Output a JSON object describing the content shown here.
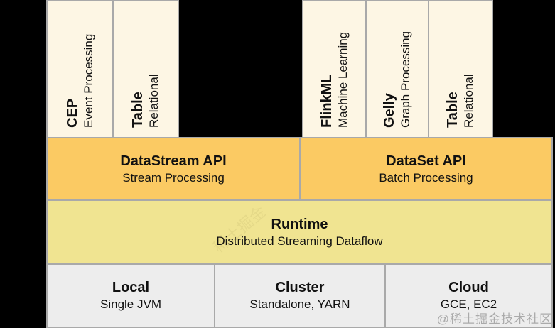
{
  "diagram": {
    "title_semantic": "Apache Flink component stack",
    "libraries_left": [
      {
        "name": "CEP",
        "subtitle": "Event Processing"
      },
      {
        "name": "Table",
        "subtitle": "Relational"
      }
    ],
    "libraries_right": [
      {
        "name": "FlinkML",
        "subtitle": "Machine Learning"
      },
      {
        "name": "Gelly",
        "subtitle": "Graph Processing"
      },
      {
        "name": "Table",
        "subtitle": "Relational"
      }
    ],
    "apis": [
      {
        "name": "DataStream API",
        "subtitle": "Stream Processing"
      },
      {
        "name": "DataSet API",
        "subtitle": "Batch Processing"
      }
    ],
    "runtime": {
      "name": "Runtime",
      "subtitle": "Distributed Streaming Dataflow"
    },
    "deployment": [
      {
        "name": "Local",
        "subtitle": "Single JVM"
      },
      {
        "name": "Cluster",
        "subtitle": "Standalone, YARN"
      },
      {
        "name": "Cloud",
        "subtitle": "GCE, EC2"
      }
    ],
    "colors": {
      "background": "#000000",
      "library_box": "#fdf6e4",
      "api_row": "#fbca63",
      "runtime_row": "#f0e491",
      "deployment_row": "#ededed",
      "border": "#a9a9a9",
      "text": "#111111",
      "watermark": "#9a9a9a"
    },
    "watermark": "@稀土掘金技术社区",
    "watermark_ghost": "稀土掘金"
  }
}
